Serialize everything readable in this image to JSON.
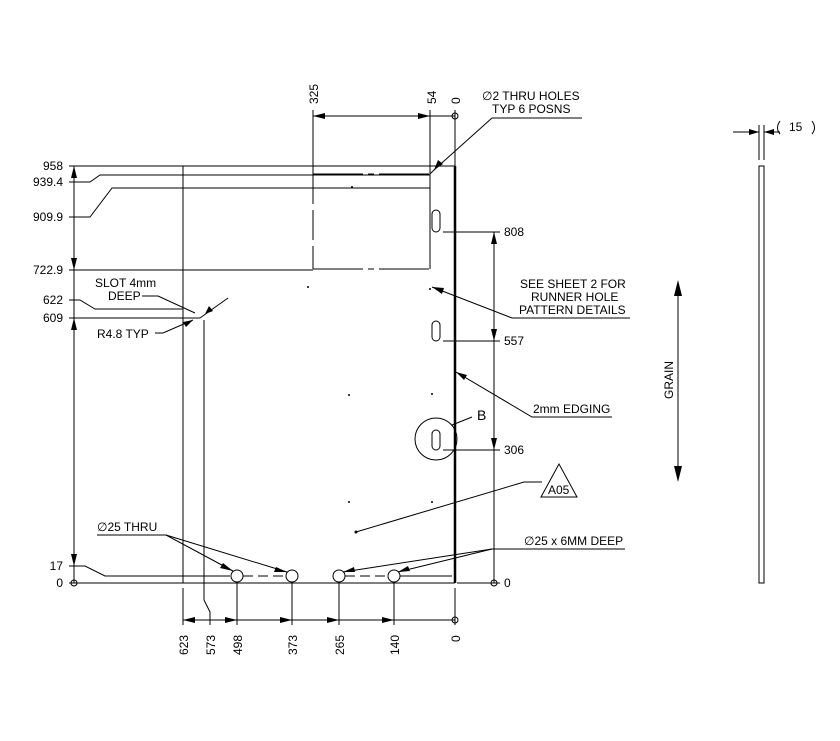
{
  "vertical_dims": {
    "d958": "958",
    "d939": "939.4",
    "d909": "909.9",
    "d722": "722.9",
    "d622": "622",
    "d609": "609",
    "d17": "17",
    "d0": "0"
  },
  "top_dims": {
    "d325": "325",
    "d54": "54",
    "d0": "0"
  },
  "bottom_dims": {
    "d623": "623",
    "d573": "573",
    "d498": "498",
    "d373": "373",
    "d265": "265",
    "d140": "140",
    "d0": "0"
  },
  "right_dims": {
    "d808": "808",
    "d557": "557",
    "d306": "306",
    "d0": "0"
  },
  "notes": {
    "holes_line1": "∅2 THRU HOLES",
    "holes_line2": "TYP 6 POSNS",
    "slot_line1": "SLOT 4mm",
    "slot_line2": "DEEP",
    "radius": "R4.8 TYP",
    "runner_line1": "SEE SHEET 2 FOR",
    "runner_line2": "RUNNER HOLE",
    "runner_line3": "PATTERN DETAILS",
    "edging": "2mm EDGING",
    "detail_b": "B",
    "thru25": "∅25 THRU",
    "deep25": "∅25 x 6MM DEEP",
    "section_ref": "A05",
    "grain": "GRAIN",
    "thickness": "15"
  }
}
